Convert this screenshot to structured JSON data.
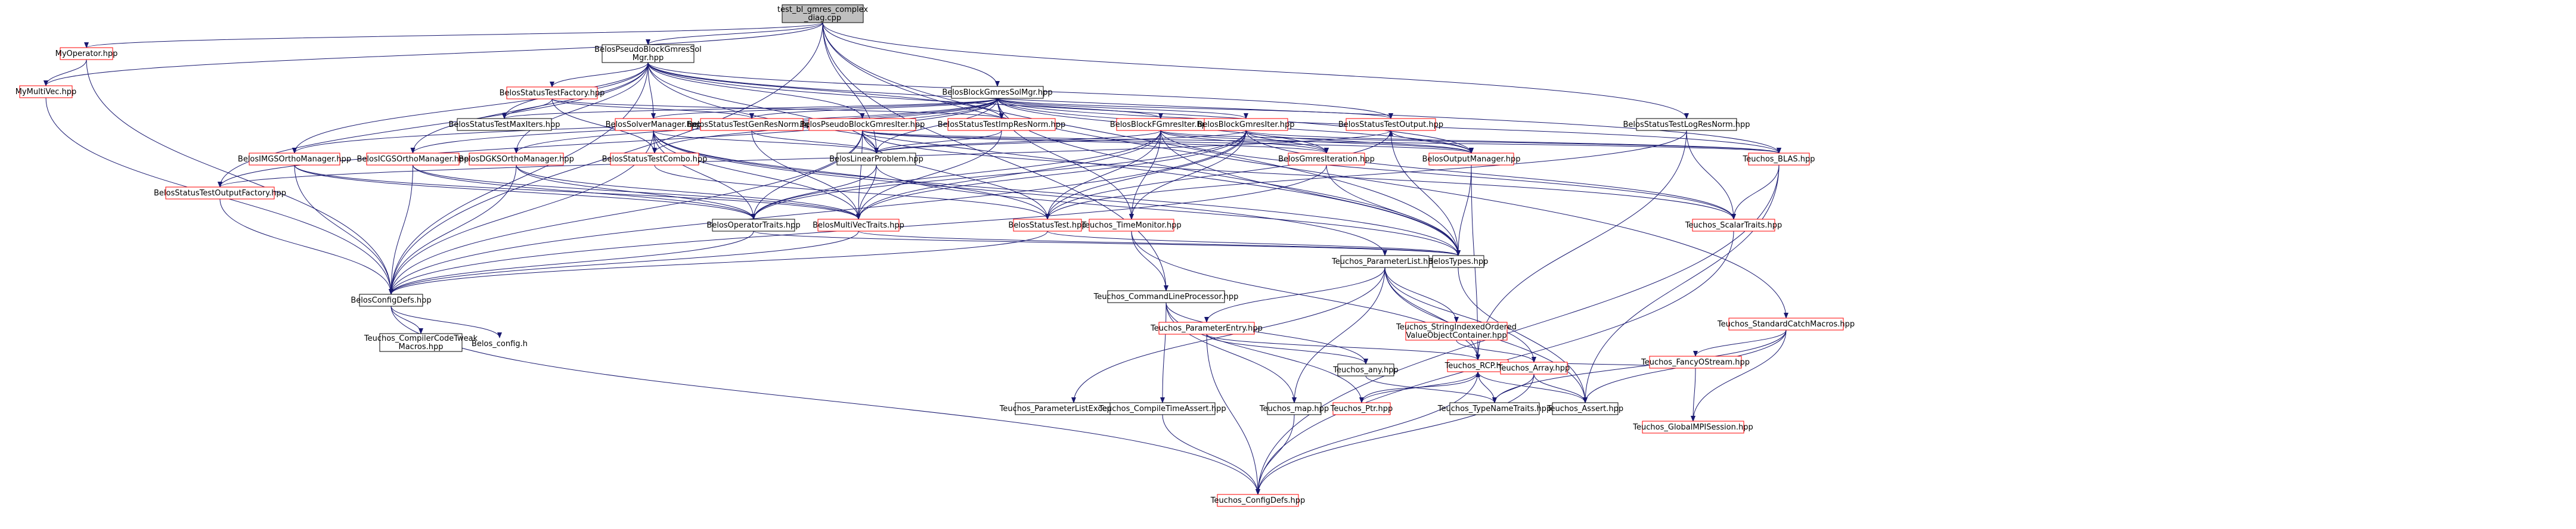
{
  "graph": {
    "root": "test_bl_gmres_complex_diag.cpp",
    "colors": {
      "root_fill": "#bfbfbf",
      "found_border": "#000000",
      "missing_border": "#ff0000",
      "edge": "#191970"
    },
    "nodes": [
      {
        "id": "root",
        "lines": [
          "test_bl_gmres_complex",
          "_diag.cpp"
        ],
        "kind": "root"
      },
      {
        "id": "myop",
        "lines": [
          "MyOperator.hpp"
        ],
        "kind": "missing"
      },
      {
        "id": "mymv",
        "lines": [
          "MyMultiVec.hpp"
        ],
        "kind": "missing"
      },
      {
        "id": "pbgmgr",
        "lines": [
          "BelosPseudoBlockGmresSol",
          "Mgr.hpp"
        ],
        "kind": "found"
      },
      {
        "id": "bgmgr",
        "lines": [
          "BelosBlockGmresSolMgr.hpp"
        ],
        "kind": "found"
      },
      {
        "id": "stfactory",
        "lines": [
          "BelosStatusTestFactory.hpp"
        ],
        "kind": "missing"
      },
      {
        "id": "stmax",
        "lines": [
          "BelosStatusTestMaxIters.hpp"
        ],
        "kind": "found"
      },
      {
        "id": "solvmgr",
        "lines": [
          "BelosSolverManager.hpp"
        ],
        "kind": "missing"
      },
      {
        "id": "stgen",
        "lines": [
          "BelosStatusTestGenResNorm.hpp"
        ],
        "kind": "missing"
      },
      {
        "id": "pbgm",
        "lines": [
          "BelosPseudoBlockGmresIter.hpp"
        ],
        "kind": "missing"
      },
      {
        "id": "stimp",
        "lines": [
          "BelosStatusTestImpResNorm.hpp"
        ],
        "kind": "missing"
      },
      {
        "id": "bfgm",
        "lines": [
          "BelosBlockFGmresIter.hpp"
        ],
        "kind": "missing"
      },
      {
        "id": "bgmi",
        "lines": [
          "BelosBlockGmresIter.hpp"
        ],
        "kind": "missing"
      },
      {
        "id": "stout",
        "lines": [
          "BelosStatusTestOutput.hpp"
        ],
        "kind": "missing"
      },
      {
        "id": "stlog",
        "lines": [
          "BelosStatusTestLogResNorm.hpp"
        ],
        "kind": "found"
      },
      {
        "id": "catch",
        "lines": [
          "Teuchos_StandardCatchMacros.hpp"
        ],
        "kind": "missing"
      },
      {
        "id": "imgs",
        "lines": [
          "BelosIMGSOrthoManager.hpp"
        ],
        "kind": "missing"
      },
      {
        "id": "icgs",
        "lines": [
          "BelosICGSOrthoManager.hpp"
        ],
        "kind": "missing"
      },
      {
        "id": "dgks",
        "lines": [
          "BelosDGKSOrthoManager.hpp"
        ],
        "kind": "missing"
      },
      {
        "id": "stcombo",
        "lines": [
          "BelosStatusTestCombo.hpp"
        ],
        "kind": "missing"
      },
      {
        "id": "linprob",
        "lines": [
          "BelosLinearProblem.hpp"
        ],
        "kind": "found"
      },
      {
        "id": "gmresit",
        "lines": [
          "BelosGmresIteration.hpp"
        ],
        "kind": "missing"
      },
      {
        "id": "outmgr",
        "lines": [
          "BelosOutputManager.hpp"
        ],
        "kind": "missing"
      },
      {
        "id": "blas",
        "lines": [
          "Teuchos_BLAS.hpp"
        ],
        "kind": "missing"
      },
      {
        "id": "stoutfac",
        "lines": [
          "BelosStatusTestOutputFactory.hpp"
        ],
        "kind": "missing"
      },
      {
        "id": "optraits",
        "lines": [
          "BelosOperatorTraits.hpp"
        ],
        "kind": "found"
      },
      {
        "id": "mvtraits",
        "lines": [
          "BelosMultiVecTraits.hpp"
        ],
        "kind": "missing"
      },
      {
        "id": "stest",
        "lines": [
          "BelosStatusTest.hpp"
        ],
        "kind": "missing"
      },
      {
        "id": "timemon",
        "lines": [
          "Teuchos_TimeMonitor.hpp"
        ],
        "kind": "missing"
      },
      {
        "id": "scalartr",
        "lines": [
          "Teuchos_ScalarTraits.hpp"
        ],
        "kind": "missing"
      },
      {
        "id": "plist",
        "lines": [
          "Teuchos_ParameterList.hpp"
        ],
        "kind": "found"
      },
      {
        "id": "btypes",
        "lines": [
          "BelosTypes.hpp"
        ],
        "kind": "found"
      },
      {
        "id": "cfgdefs",
        "lines": [
          "BelosConfigDefs.hpp"
        ],
        "kind": "found"
      },
      {
        "id": "clp",
        "lines": [
          "Teuchos_CommandLineProcessor.hpp"
        ],
        "kind": "found"
      },
      {
        "id": "pentry",
        "lines": [
          "Teuchos_ParameterEntry.hpp"
        ],
        "kind": "missing"
      },
      {
        "id": "strind",
        "lines": [
          "Teuchos_StringIndexedOrdered",
          "ValueObjectContainer.hpp"
        ],
        "kind": "missing"
      },
      {
        "id": "fancy",
        "lines": [
          "Teuchos_FancyOStream.hpp"
        ],
        "kind": "missing"
      },
      {
        "id": "cctweak",
        "lines": [
          "Teuchos_CompilerCodeTweak",
          "Macros.hpp"
        ],
        "kind": "found"
      },
      {
        "id": "bconfig",
        "lines": [
          "Belos_config.h"
        ],
        "kind": "plain"
      },
      {
        "id": "any",
        "lines": [
          "Teuchos_any.hpp"
        ],
        "kind": "found"
      },
      {
        "id": "rcp",
        "lines": [
          "Teuchos_RCP.hpp"
        ],
        "kind": "missing"
      },
      {
        "id": "array",
        "lines": [
          "Teuchos_Array.hpp"
        ],
        "kind": "missing"
      },
      {
        "id": "globalmpi",
        "lines": [
          "Teuchos_GlobalMPISession.hpp"
        ],
        "kind": "missing"
      },
      {
        "id": "plexc",
        "lines": [
          "Teuchos_ParameterListExceptions.hpp"
        ],
        "kind": "found"
      },
      {
        "id": "ctassert",
        "lines": [
          "Teuchos_CompileTimeAssert.hpp"
        ],
        "kind": "found"
      },
      {
        "id": "map",
        "lines": [
          "Teuchos_map.hpp"
        ],
        "kind": "found"
      },
      {
        "id": "ptr",
        "lines": [
          "Teuchos_Ptr.hpp"
        ],
        "kind": "missing"
      },
      {
        "id": "typename",
        "lines": [
          "Teuchos_TypeNameTraits.hpp"
        ],
        "kind": "found"
      },
      {
        "id": "assert",
        "lines": [
          "Teuchos_Assert.hpp"
        ],
        "kind": "found"
      },
      {
        "id": "tcfg",
        "lines": [
          "Teuchos_ConfigDefs.hpp"
        ],
        "kind": "missing"
      }
    ],
    "edges": [
      [
        "root",
        "myop"
      ],
      [
        "root",
        "mymv"
      ],
      [
        "root",
        "pbgmgr"
      ],
      [
        "root",
        "bgmgr"
      ],
      [
        "root",
        "linprob"
      ],
      [
        "root",
        "stlog"
      ],
      [
        "root",
        "catch"
      ],
      [
        "root",
        "cfgdefs"
      ],
      [
        "root",
        "clp"
      ],
      [
        "root",
        "btypes"
      ],
      [
        "myop",
        "mymv"
      ],
      [
        "myop",
        "cfgdefs"
      ],
      [
        "mymv",
        "cfgdefs"
      ],
      [
        "pbgmgr",
        "stfactory"
      ],
      [
        "pbgmgr",
        "solvmgr"
      ],
      [
        "pbgmgr",
        "pbgm"
      ],
      [
        "pbgmgr",
        "stimp"
      ],
      [
        "pbgmgr",
        "linprob"
      ],
      [
        "pbgmgr",
        "stout"
      ],
      [
        "pbgmgr",
        "blas"
      ],
      [
        "pbgmgr",
        "imgs"
      ],
      [
        "pbgmgr",
        "icgs"
      ],
      [
        "pbgmgr",
        "dgks"
      ],
      [
        "pbgmgr",
        "stoutfac"
      ],
      [
        "pbgmgr",
        "stmax"
      ],
      [
        "pbgmgr",
        "outmgr"
      ],
      [
        "pbgmgr",
        "btypes"
      ],
      [
        "pbgmgr",
        "cfgdefs"
      ],
      [
        "bgmgr",
        "stmax"
      ],
      [
        "bgmgr",
        "stgen"
      ],
      [
        "bgmgr",
        "stimp"
      ],
      [
        "bgmgr",
        "bfgm"
      ],
      [
        "bgmgr",
        "bgmi"
      ],
      [
        "bgmgr",
        "stout"
      ],
      [
        "bgmgr",
        "linprob"
      ],
      [
        "bgmgr",
        "solvmgr"
      ],
      [
        "bgmgr",
        "stcombo"
      ],
      [
        "bgmgr",
        "outmgr"
      ],
      [
        "bgmgr",
        "blas"
      ],
      [
        "bgmgr",
        "imgs"
      ],
      [
        "bgmgr",
        "icgs"
      ],
      [
        "bgmgr",
        "dgks"
      ],
      [
        "bgmgr",
        "stoutfac"
      ],
      [
        "bgmgr",
        "gmresit"
      ],
      [
        "bgmgr",
        "btypes"
      ],
      [
        "bgmgr",
        "timemon"
      ],
      [
        "stfactory",
        "stmax"
      ],
      [
        "stfactory",
        "stgen"
      ],
      [
        "stfactory",
        "stcombo"
      ],
      [
        "stfactory",
        "stimp"
      ],
      [
        "solvmgr",
        "linprob"
      ],
      [
        "solvmgr",
        "stcombo"
      ],
      [
        "solvmgr",
        "optraits"
      ],
      [
        "solvmgr",
        "mvtraits"
      ],
      [
        "solvmgr",
        "stest"
      ],
      [
        "solvmgr",
        "plist"
      ],
      [
        "solvmgr",
        "btypes"
      ],
      [
        "solvmgr",
        "cfgdefs"
      ],
      [
        "stgen",
        "linprob"
      ],
      [
        "stgen",
        "mvtraits"
      ],
      [
        "pbgm",
        "linprob"
      ],
      [
        "pbgm",
        "optraits"
      ],
      [
        "pbgm",
        "mvtraits"
      ],
      [
        "pbgm",
        "stest"
      ],
      [
        "pbgm",
        "outmgr"
      ],
      [
        "pbgm",
        "blas"
      ],
      [
        "pbgm",
        "scalartr"
      ],
      [
        "pbgm",
        "gmresit"
      ],
      [
        "pbgm",
        "cfgdefs"
      ],
      [
        "stimp",
        "linprob"
      ],
      [
        "stimp",
        "mvtraits"
      ],
      [
        "bfgm",
        "linprob"
      ],
      [
        "bfgm",
        "gmresit"
      ],
      [
        "bfgm",
        "outmgr"
      ],
      [
        "bfgm",
        "blas"
      ],
      [
        "bfgm",
        "optraits"
      ],
      [
        "bfgm",
        "mvtraits"
      ],
      [
        "bfgm",
        "stest"
      ],
      [
        "bfgm",
        "timemon"
      ],
      [
        "bfgm",
        "scalartr"
      ],
      [
        "bfgm",
        "btypes"
      ],
      [
        "bgmi",
        "linprob"
      ],
      [
        "bgmi",
        "gmresit"
      ],
      [
        "bgmi",
        "outmgr"
      ],
      [
        "bgmi",
        "blas"
      ],
      [
        "bgmi",
        "optraits"
      ],
      [
        "bgmi",
        "mvtraits"
      ],
      [
        "bgmi",
        "stest"
      ],
      [
        "bgmi",
        "timemon"
      ],
      [
        "bgmi",
        "scalartr"
      ],
      [
        "bgmi",
        "cfgdefs"
      ],
      [
        "stout",
        "outmgr"
      ],
      [
        "stout",
        "stest"
      ],
      [
        "stout",
        "btypes"
      ],
      [
        "stlog",
        "stest"
      ],
      [
        "stlog",
        "scalartr"
      ],
      [
        "stlog",
        "rcp"
      ],
      [
        "catch",
        "fancy"
      ],
      [
        "catch",
        "globalmpi"
      ],
      [
        "catch",
        "typename"
      ],
      [
        "catch",
        "assert"
      ],
      [
        "imgs",
        "optraits"
      ],
      [
        "imgs",
        "mvtraits"
      ],
      [
        "imgs",
        "cfgdefs"
      ],
      [
        "icgs",
        "optraits"
      ],
      [
        "icgs",
        "mvtraits"
      ],
      [
        "icgs",
        "cfgdefs"
      ],
      [
        "dgks",
        "optraits"
      ],
      [
        "dgks",
        "mvtraits"
      ],
      [
        "dgks",
        "cfgdefs"
      ],
      [
        "stcombo",
        "stest"
      ],
      [
        "linprob",
        "optraits"
      ],
      [
        "linprob",
        "mvtraits"
      ],
      [
        "linprob",
        "btypes"
      ],
      [
        "gmresit",
        "cfgdefs"
      ],
      [
        "gmresit",
        "btypes"
      ],
      [
        "outmgr",
        "btypes"
      ],
      [
        "outmgr",
        "rcp"
      ],
      [
        "blas",
        "scalartr"
      ],
      [
        "blas",
        "assert"
      ],
      [
        "blas",
        "tcfg"
      ],
      [
        "stoutfac",
        "stout"
      ],
      [
        "stoutfac",
        "cfgdefs"
      ],
      [
        "optraits",
        "cfgdefs"
      ],
      [
        "optraits",
        "btypes"
      ],
      [
        "mvtraits",
        "cfgdefs"
      ],
      [
        "mvtraits",
        "btypes"
      ],
      [
        "stest",
        "cfgdefs"
      ],
      [
        "stest",
        "btypes"
      ],
      [
        "timemon",
        "clp"
      ],
      [
        "timemon",
        "rcp"
      ],
      [
        "scalartr",
        "tcfg"
      ],
      [
        "plist",
        "pentry"
      ],
      [
        "plist",
        "strind"
      ],
      [
        "plist",
        "plexc"
      ],
      [
        "plist",
        "map"
      ],
      [
        "plist",
        "rcp"
      ],
      [
        "plist",
        "array"
      ],
      [
        "plist",
        "assert"
      ],
      [
        "btypes",
        "assert"
      ],
      [
        "cfgdefs",
        "cctweak"
      ],
      [
        "cfgdefs",
        "bconfig"
      ],
      [
        "cfgdefs",
        "tcfg"
      ],
      [
        "clp",
        "any"
      ],
      [
        "clp",
        "ctassert"
      ],
      [
        "clp",
        "map"
      ],
      [
        "clp",
        "ptr"
      ],
      [
        "pentry",
        "any"
      ],
      [
        "pentry",
        "rcp"
      ],
      [
        "pentry",
        "tcfg"
      ],
      [
        "strind",
        "array"
      ],
      [
        "fancy",
        "rcp"
      ],
      [
        "fancy",
        "globalmpi"
      ],
      [
        "any",
        "typename"
      ],
      [
        "rcp",
        "ptr"
      ],
      [
        "rcp",
        "typename"
      ],
      [
        "rcp",
        "assert"
      ],
      [
        "rcp",
        "tcfg"
      ],
      [
        "array",
        "typename"
      ],
      [
        "array",
        "assert"
      ],
      [
        "array",
        "tcfg"
      ],
      [
        "ptr",
        "rcp"
      ],
      [
        "map",
        "tcfg"
      ],
      [
        "ctassert",
        "tcfg"
      ]
    ]
  }
}
